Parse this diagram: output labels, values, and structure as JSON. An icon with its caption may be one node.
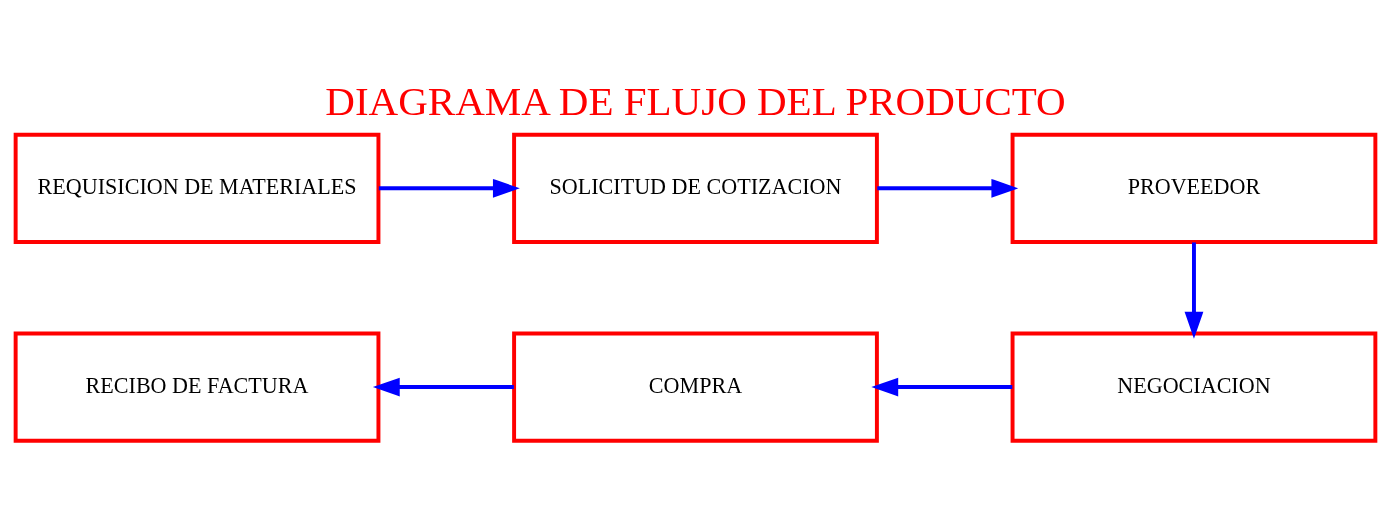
{
  "diagram": {
    "title": "DIAGRAMA DE FLUJO DEL PRODUCTO",
    "nodes": [
      {
        "text": [
          "REQUISICION DE MATERIALES"
        ]
      },
      {
        "text": [
          "SOLICITUD DE COTIZACION"
        ]
      },
      {
        "text": [
          "PROVEEDOR"
        ]
      },
      {
        "text": [
          "NEGOCIACION"
        ]
      },
      {
        "text": [
          "COMPRA"
        ]
      },
      {
        "text": [
          "RECIBO DE FACTURA"
        ]
      }
    ],
    "edges": [
      {
        "from": 0,
        "to": 1,
        "arrow": "to"
      },
      {
        "from": 1,
        "to": 2,
        "arrow": "to"
      },
      {
        "from": 2,
        "to": 3,
        "arrow": "to"
      },
      {
        "from": 3,
        "to": 4,
        "arrow": "to"
      },
      {
        "from": 4,
        "to": 5,
        "arrow": "to"
      }
    ]
  }
}
